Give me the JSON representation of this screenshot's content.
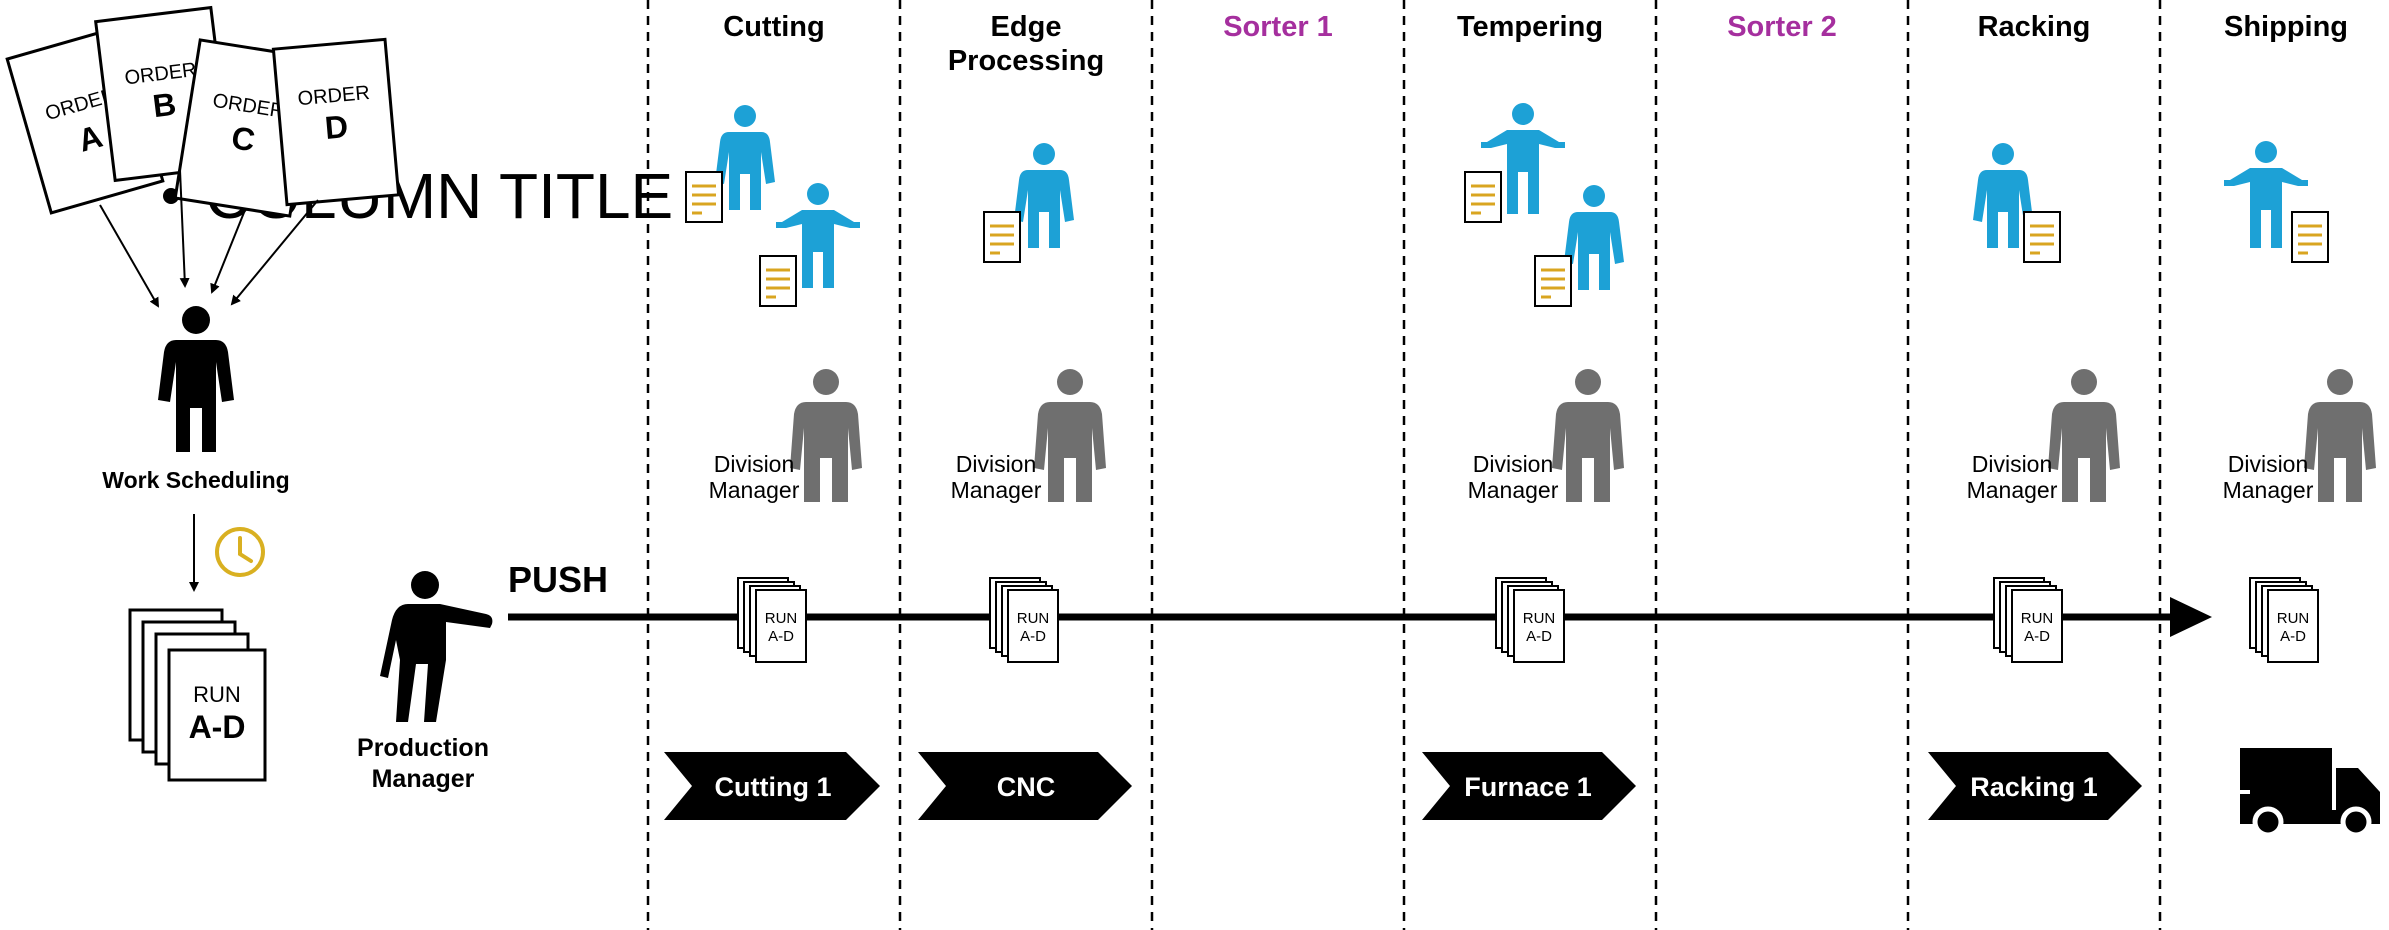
{
  "columns": [
    {
      "lines": [
        "Cutting"
      ],
      "color": "#000000"
    },
    {
      "lines": [
        "Edge",
        "Processing"
      ],
      "color": "#000000"
    },
    {
      "lines": [
        "Sorter 1"
      ],
      "color": "#A52F9E"
    },
    {
      "lines": [
        "Tempering"
      ],
      "color": "#000000"
    },
    {
      "lines": [
        "Sorter 2"
      ],
      "color": "#A52F9E"
    },
    {
      "lines": [
        "Racking"
      ],
      "color": "#000000"
    },
    {
      "lines": [
        "Shipping"
      ],
      "color": "#000000"
    }
  ],
  "orders": [
    {
      "word": "ORDER",
      "letter": "A"
    },
    {
      "word": "ORDER",
      "letter": "B"
    },
    {
      "word": "ORDER",
      "letter": "C"
    },
    {
      "word": "ORDER",
      "letter": "D"
    }
  ],
  "overlay_title": "COLUMN TITLE",
  "scheduler": {
    "label": "Work Scheduling"
  },
  "run_stack": {
    "word": "RUN",
    "range": "A-D"
  },
  "production_manager": {
    "line1": "Production",
    "line2": "Manager"
  },
  "push_label": "PUSH",
  "division_manager": {
    "line1": "Division",
    "line2": "Manager"
  },
  "run_small": {
    "word": "RUN",
    "range": "A-D"
  },
  "machines": [
    "Cutting 1",
    "CNC",
    "Furnace 1",
    "Racking 1"
  ],
  "colors": {
    "worker": "#1DA1D6",
    "manager": "#6F6F6F",
    "document_accent": "#D9A520",
    "clock": "#D9B021",
    "sorter": "#A52F9E",
    "ink": "#000000"
  }
}
